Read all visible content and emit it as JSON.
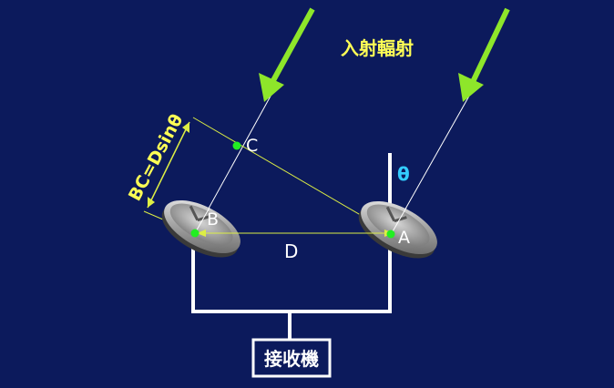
{
  "diagram": {
    "incident_label": "入射輻射",
    "theta_label": "θ",
    "path_difference_label": "BC=Dsinθ",
    "point_c": "C",
    "point_b": "B",
    "point_a": "A",
    "baseline_label": "D",
    "receiver_label": "接收機"
  },
  "colors": {
    "background": "#0c1a5c",
    "arrow": "#8ee62a",
    "yellow_text": "#ffff55",
    "theta": "#33ccff",
    "point": "#22ee22",
    "wire": "#ffffff",
    "construction": "#ddee44"
  },
  "icons": {
    "dish_a": "satellite-dish-icon",
    "dish_b": "satellite-dish-icon"
  }
}
